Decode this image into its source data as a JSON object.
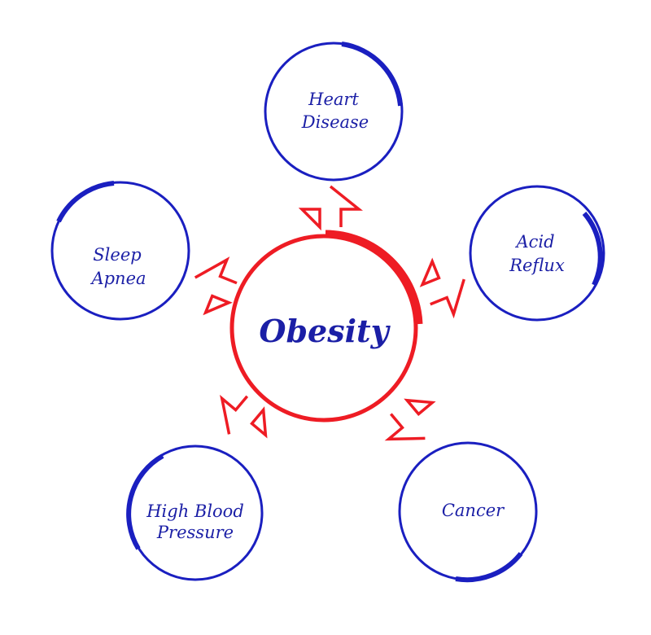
{
  "center": {
    "label": "Obesity"
  },
  "nodes": [
    {
      "id": "heart-disease",
      "lines": [
        "Heart",
        "Disease"
      ]
    },
    {
      "id": "acid-reflux",
      "lines": [
        "Acid",
        "Reflux"
      ]
    },
    {
      "id": "sleep-apnea",
      "lines": [
        "Sleep",
        "Apnea"
      ]
    },
    {
      "id": "high-blood-pressure",
      "lines": [
        "High Blood",
        "Pressure"
      ]
    },
    {
      "id": "cancer",
      "lines": [
        "Cancer"
      ]
    }
  ],
  "colors": {
    "center_ring": "#ee1c24",
    "node_ring": "#1a1fc0",
    "text": "#1b1fa6",
    "arrow": "#ee1c24"
  }
}
